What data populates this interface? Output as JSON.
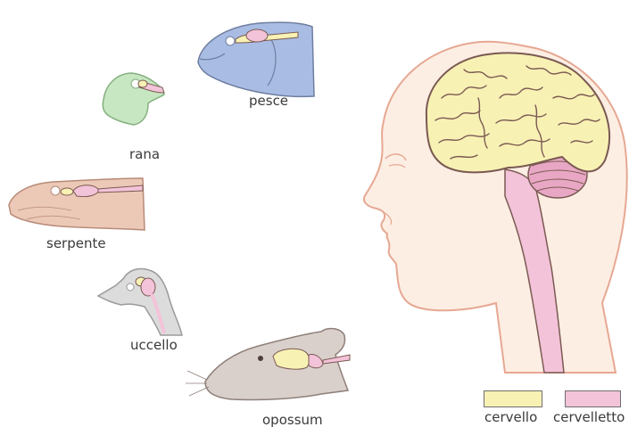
{
  "animals": {
    "fish": "pesce",
    "frog": "rana",
    "snake": "serpente",
    "bird": "uccello",
    "opossum": "opossum"
  },
  "legend": {
    "cerebrum": "cervello",
    "cerebellum": "cervelletto"
  },
  "colors": {
    "cerebrum": "#f8f1b4",
    "cerebellum": "#f3c3d9",
    "outline": "#7a5a52",
    "human_skin": "#fdeee4",
    "human_outline": "#e6a892",
    "fish": "#a9bde4",
    "frog": "#c6e7c1",
    "snake": "#ecc9b7",
    "bird": "#dcdcdc",
    "opossum": "#d9d0cb"
  }
}
